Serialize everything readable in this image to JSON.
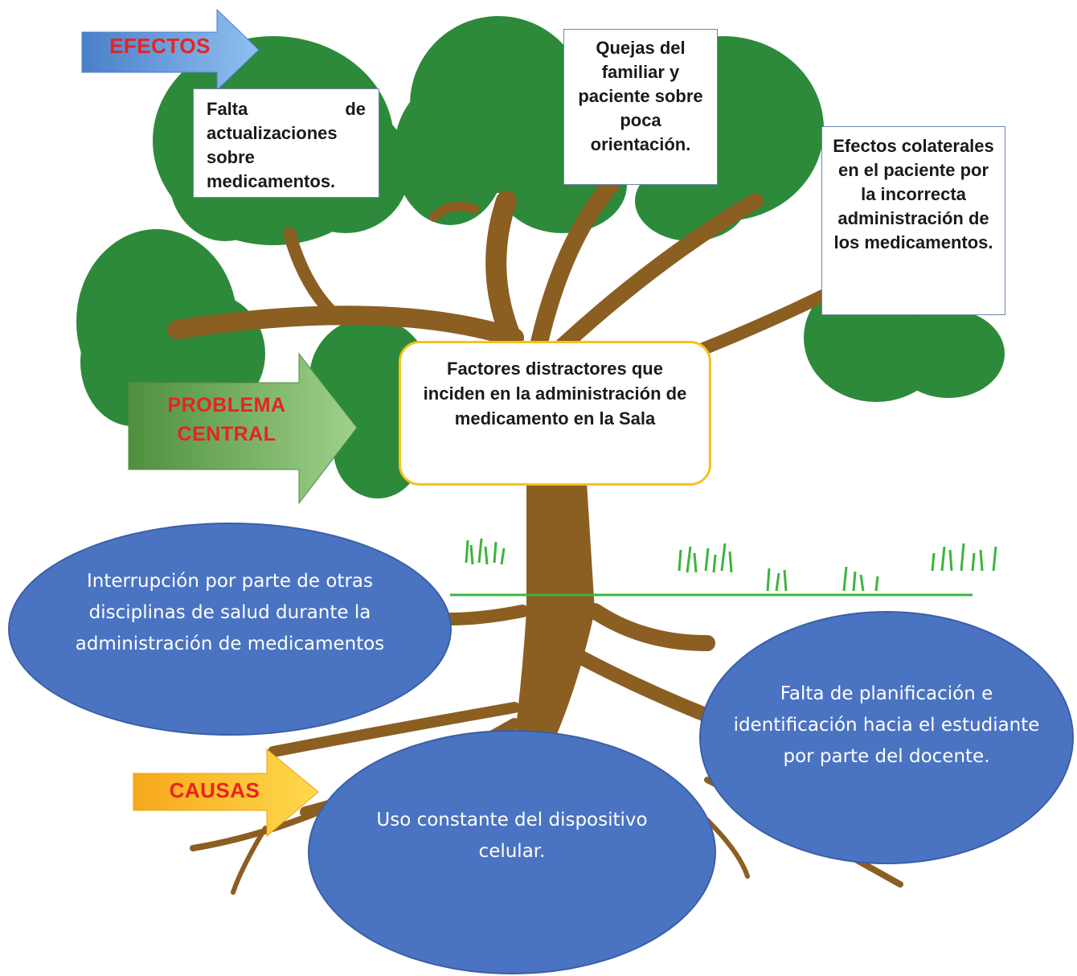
{
  "labels": {
    "effects": "EFECTOS",
    "central_problem": "PROBLEMA CENTRAL",
    "causes": "CAUSAS"
  },
  "effects": [
    "Falta de actualizaciones sobre medicamentos.",
    "Quejas del familiar y paciente sobre poca orientación.",
    "Efectos colaterales en el paciente por la incorrecta administración de los medicamentos."
  ],
  "central_problem": "Factores distractores que inciden en la administración de medicamento en la Sala",
  "causes": [
    "Interrupción por parte de otras disciplinas de salud durante la administración de medicamentos",
    "Falta de planificación e identificación hacia el estudiante por parte del docente.",
    "Uso constante del dispositivo celular."
  ],
  "colors": {
    "foliage": "#2d8a3a",
    "trunk": "#8b5e22",
    "cause_ellipse": "#4a73c2",
    "label_text": "#e8231f",
    "effects_arrow": "#4f8fd6",
    "central_arrow": "#5aa35a",
    "causes_arrow": "#f4b81c",
    "grass": "#3cb43c"
  }
}
